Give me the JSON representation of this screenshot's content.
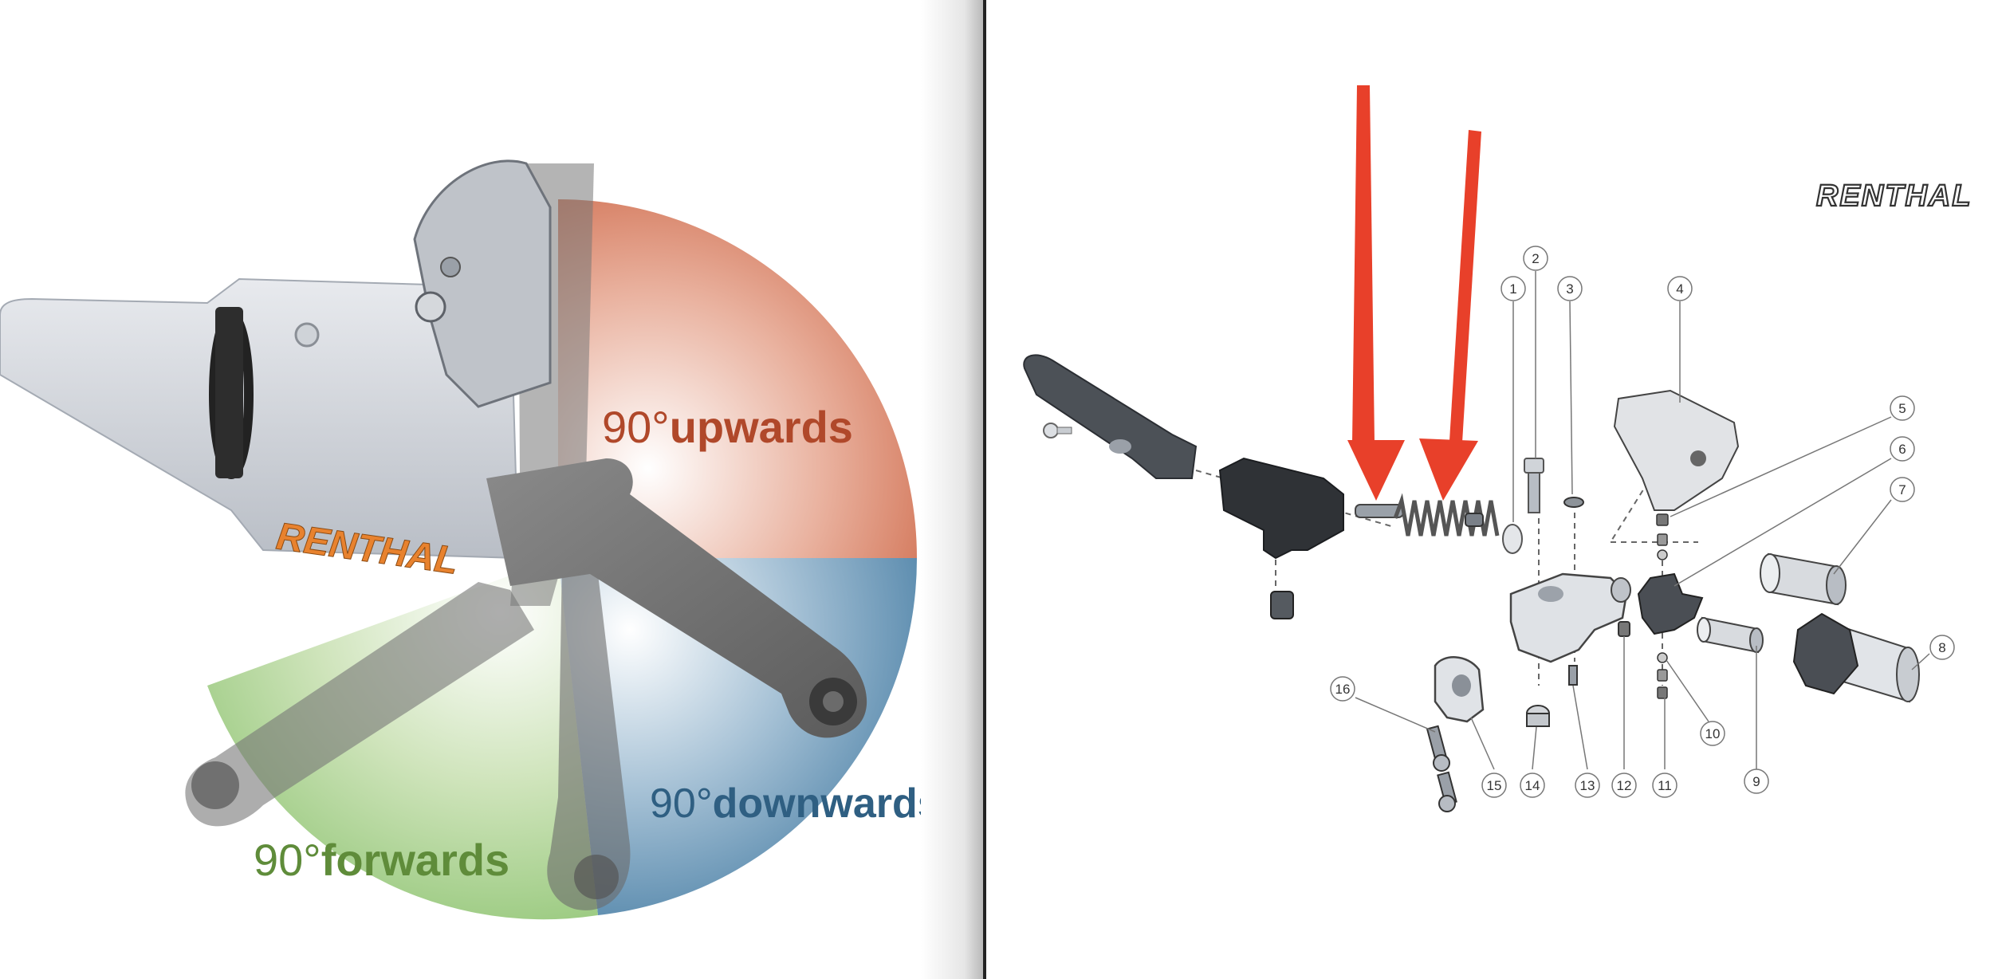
{
  "left_panel": {
    "brand": "RENTHAL",
    "directions": [
      {
        "number": "90°",
        "word": "upwards",
        "color": "#b0482a"
      },
      {
        "number": "90°",
        "word": "downwards",
        "color": "#2f5f82"
      },
      {
        "number": "90°",
        "word": "forwards",
        "color": "#5f8c3a"
      }
    ]
  },
  "right_panel": {
    "brand": "RENTHAL",
    "callouts": [
      "1",
      "2",
      "3",
      "4",
      "5",
      "6",
      "7",
      "8",
      "9",
      "10",
      "11",
      "12",
      "13",
      "14",
      "15",
      "16"
    ],
    "arrow_color": "#e8402a"
  }
}
